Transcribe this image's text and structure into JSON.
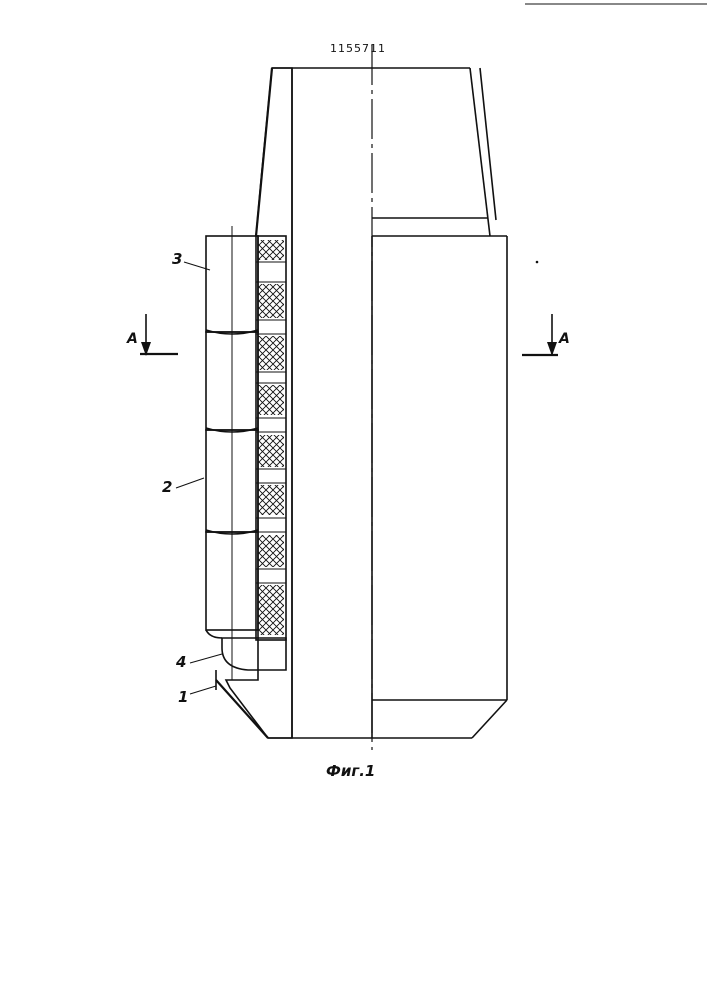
{
  "document": {
    "patent_number": "1155711",
    "figure_caption": "Фиг.1"
  },
  "section_marks": {
    "left_letter": "A",
    "right_letter": "A"
  },
  "callouts": [
    {
      "id": "callout-3",
      "label": "3"
    },
    {
      "id": "callout-2",
      "label": "2"
    },
    {
      "id": "callout-4",
      "label": "4"
    },
    {
      "id": "callout-1",
      "label": "1"
    }
  ]
}
